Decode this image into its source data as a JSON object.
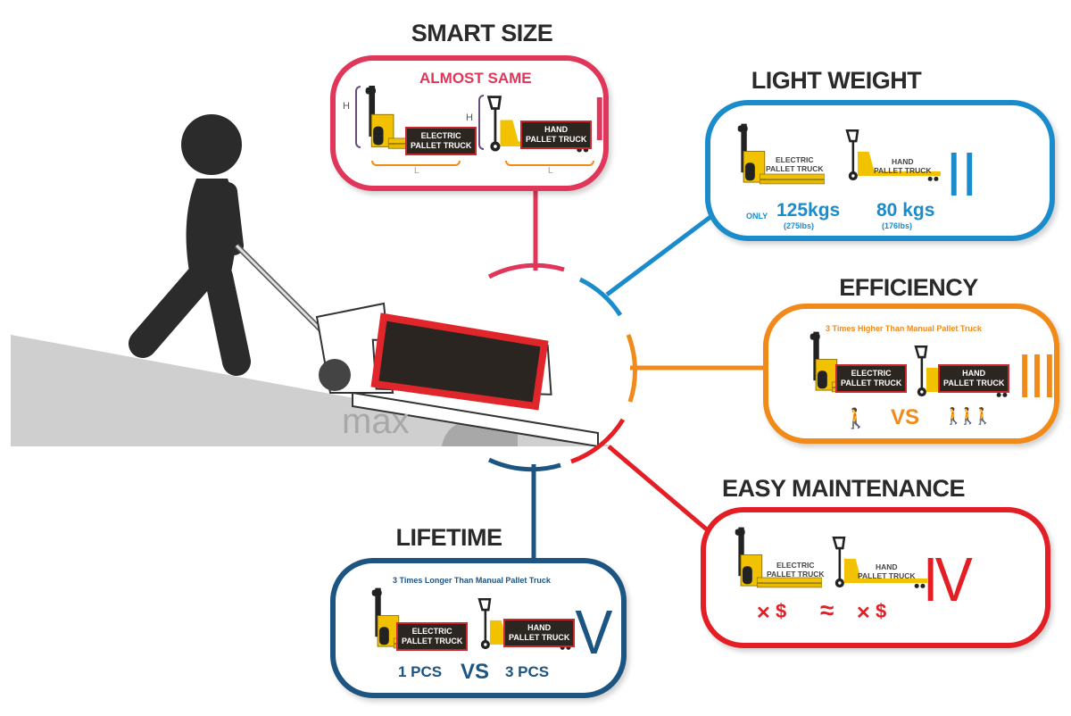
{
  "colors": {
    "smart_size": "#e0365a",
    "light_weight": "#1a8ccb",
    "efficiency": "#f28a1a",
    "maintenance": "#e31e24",
    "lifetime": "#1c5482",
    "ramp": "#c8c8c8",
    "figure": "#2b2b2b"
  },
  "ramp": {
    "max_label": "max"
  },
  "smart_size": {
    "title": "SMART SIZE",
    "subtitle": "ALMOST SAME",
    "electric_label": "ELECTRIC\nPALLET TRUCK",
    "hand_label": "HAND\nPALLET TRUCK",
    "h_label": "H",
    "l_label": "L",
    "numeral": "I"
  },
  "light_weight": {
    "title": "LIGHT WEIGHT",
    "electric_label": "ELECTRIC\nPALLET TRUCK",
    "hand_label": "HAND\nPALLET TRUCK",
    "only": "ONLY",
    "electric_weight": "125kgs",
    "electric_weight_lbs": "(275lbs)",
    "hand_weight": "80 kgs",
    "hand_weight_lbs": "(176lbs)",
    "numeral": "II"
  },
  "efficiency": {
    "title": "EFFICIENCY",
    "subtitle": "3 Times Higher Than Manual Pallet Truck",
    "electric_label": "ELECTRIC\nPALLET TRUCK",
    "hand_label": "HAND\nPALLET TRUCK",
    "vs": "VS",
    "numeral": "III"
  },
  "maintenance": {
    "title": "EASY MAINTENANCE",
    "electric_label": "ELECTRIC\nPALLET TRUCK",
    "hand_label": "HAND\nPALLET TRUCK",
    "dollar": "$",
    "approx": "≈",
    "numeral": "IV"
  },
  "lifetime": {
    "title": "LIFETIME",
    "subtitle": "3 Times Longer Than Manual Pallet Truck",
    "electric_label": "ELECTRIC\nPALLET TRUCK",
    "hand_label": "HAND\nPALLET TRUCK",
    "electric_qty": "1 PCS",
    "vs": "VS",
    "hand_qty": "3 PCS",
    "numeral": "V"
  }
}
